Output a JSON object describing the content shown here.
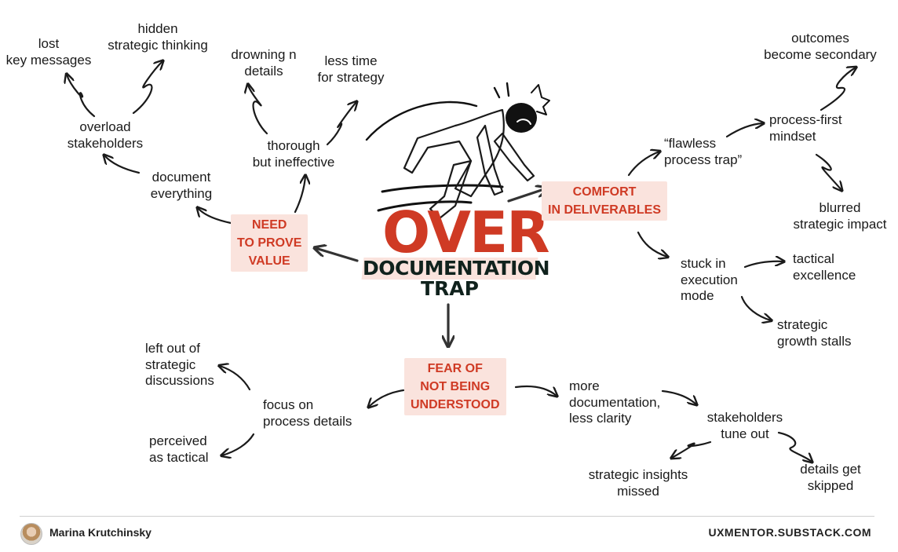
{
  "title": {
    "line1": "OVER",
    "line2": "DOCUMENTATION",
    "line3": "TRAP"
  },
  "hubs": {
    "need": "NEED\nTO PROVE\nVALUE",
    "comfort": "COMFORT\nIN DELIVERABLES",
    "fear": "FEAR OF\nNOT BEING\nUNDERSTOOD"
  },
  "nodes": {
    "lost_key_messages": "lost\nkey messages",
    "hidden_strategic_thinking": "hidden\nstrategic thinking",
    "drowning_details": "drowning n\ndetails",
    "less_time_strategy": "less time\nfor strategy",
    "overload_stakeholders": "overload\nstakeholders",
    "thorough_ineffective": "thorough\nbut ineffective",
    "document_everything": "document\neverything",
    "outcomes_secondary": "outcomes\nbecome secondary",
    "process_first": "process-first\nmindset",
    "flawless_trap": "“flawless\nprocess trap”",
    "blurred_impact": "blurred\nstrategic impact",
    "stuck_execution": "stuck in\nexecution\nmode",
    "tactical_excellence": "tactical\nexcellence",
    "growth_stalls": "strategic\ngrowth stalls",
    "left_out": "left out of\nstrategic\ndiscussions",
    "focus_process": "focus on\nprocess details",
    "perceived_tactical": "perceived\nas tactical",
    "more_documentation": "more\ndocumentation,\nless clarity",
    "tune_out": "stakeholders\ntune out",
    "insights_missed": "strategic insights\nmissed",
    "details_skipped": "details get\nskipped"
  },
  "footer": {
    "author": "Marina Krutchinsky",
    "site": "UXMENTOR.SUBSTACK.COM"
  }
}
